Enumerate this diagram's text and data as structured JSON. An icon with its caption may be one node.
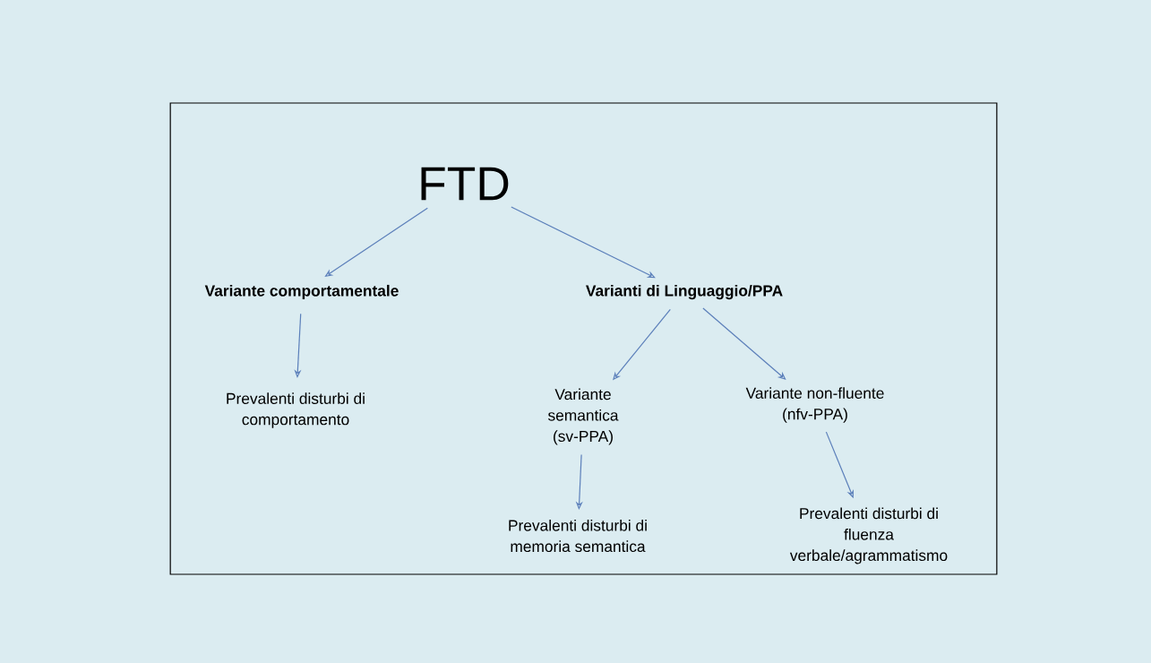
{
  "diagram": {
    "nodes": [
      {
        "text": [],
        "shape": "box"
      },
      {
        "text": [
          "FTD"
        ],
        "in": 0
      },
      {
        "text": [
          "Variante comportamentale"
        ],
        "in": 0
      },
      {
        "text": [
          "Varianti di Linguaggio/PPA"
        ],
        "in": 0
      },
      {
        "text": [
          "Prevalenti disturbi di comportamento"
        ],
        "in": 0
      },
      {
        "text": [
          "Variante semantica (sv-PPA)"
        ],
        "in": 0
      },
      {
        "text": [
          "Variante non-fluente (nfv-PPA)"
        ],
        "in": 0
      },
      {
        "text": [
          "Prevalenti disturbi di memoria semantica"
        ],
        "in": 0
      },
      {
        "text": [
          "Prevalenti disturbi di fluenza verbale/agrammatismo"
        ],
        "in": 0
      }
    ],
    "edges": [
      {
        "from": 1,
        "to": 2,
        "arrow": "to"
      },
      {
        "from": 1,
        "to": 3,
        "arrow": "to"
      },
      {
        "from": 2,
        "to": 4,
        "arrow": "to"
      },
      {
        "from": 3,
        "to": 5,
        "arrow": "to"
      },
      {
        "from": 3,
        "to": 6,
        "arrow": "to"
      },
      {
        "from": 5,
        "to": 7,
        "arrow": "to"
      },
      {
        "from": 6,
        "to": 8,
        "arrow": "to"
      }
    ]
  }
}
